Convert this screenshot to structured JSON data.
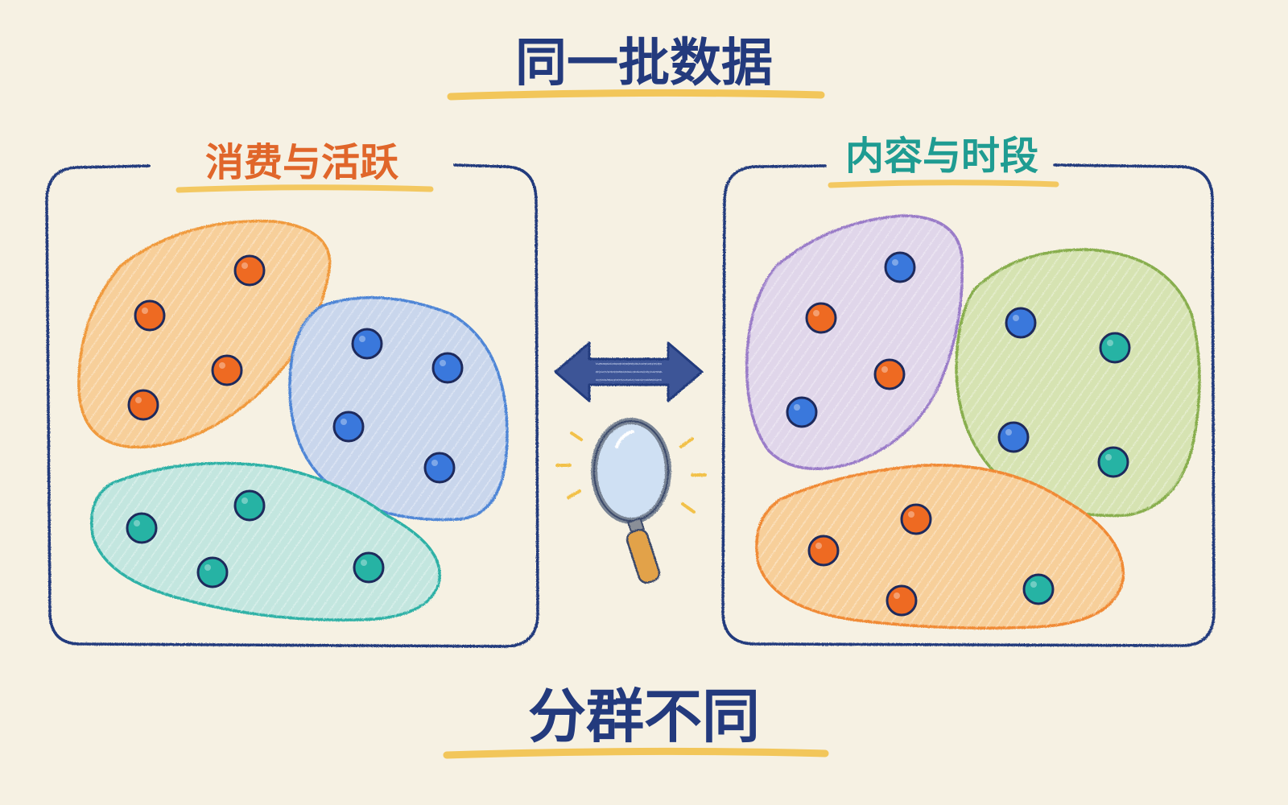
{
  "title": "同一批数据",
  "subtitle": "分群不同",
  "left_panel": {
    "label": "消费与活跃",
    "label_color": "#e0662a",
    "clusters": [
      {
        "color": "orange",
        "fill": "#f7cf9a",
        "stroke": "#f09a3e",
        "points": [
          "orange",
          "orange",
          "orange",
          "orange"
        ]
      },
      {
        "color": "blue",
        "fill": "#c9d6ec",
        "stroke": "#4f86d6",
        "points": [
          "blue",
          "blue",
          "blue",
          "blue"
        ]
      },
      {
        "color": "teal",
        "fill": "#c3e6df",
        "stroke": "#2fb1a6",
        "points": [
          "teal",
          "teal",
          "teal",
          "teal"
        ]
      }
    ]
  },
  "right_panel": {
    "label": "内容与时段",
    "label_color": "#1f9c92",
    "clusters": [
      {
        "color": "purple",
        "fill": "#e0d6ea",
        "stroke": "#9a7cc8",
        "points": [
          "blue",
          "orange",
          "orange",
          "blue"
        ]
      },
      {
        "color": "green",
        "fill": "#d6e3b2",
        "stroke": "#88ae4e",
        "points": [
          "blue",
          "teal",
          "blue",
          "teal"
        ]
      },
      {
        "color": "orange",
        "fill": "#f7cf9a",
        "stroke": "#f08a35",
        "points": [
          "orange",
          "orange",
          "orange",
          "teal"
        ]
      }
    ]
  },
  "center": {
    "arrow_icon": "double-arrow-icon",
    "magnifier_icon": "magnifier-icon"
  },
  "colors": {
    "navy": "#233a7d",
    "underline": "#f2c14a",
    "dot_orange": "#ee6a22",
    "dot_blue": "#3a78dc",
    "dot_teal": "#26b3a4",
    "dot_outline": "#1e2a5c"
  }
}
